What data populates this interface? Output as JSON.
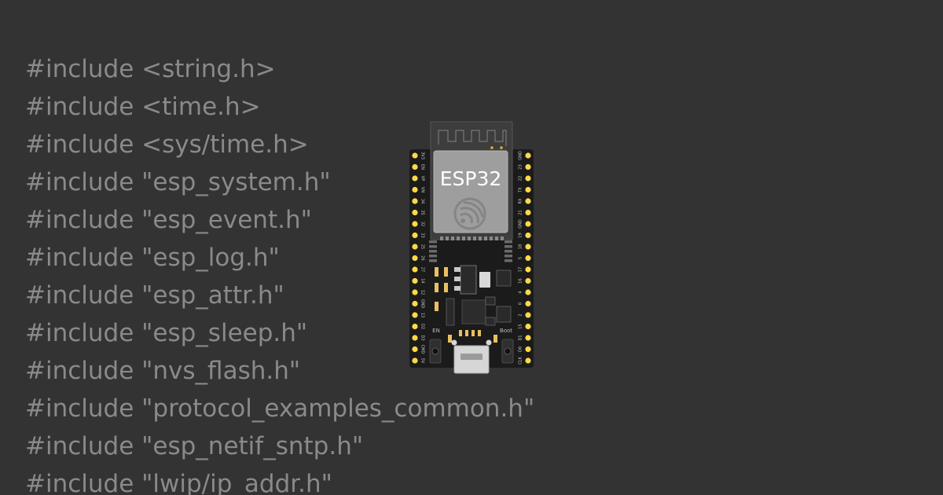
{
  "code_lines": [
    "#include <string.h>",
    "#include <time.h>",
    "#include <sys/time.h>",
    "#include \"esp_system.h\"",
    "#include \"esp_event.h\"",
    "#include \"esp_log.h\"",
    "#include \"esp_attr.h\"",
    "#include \"esp_sleep.h\"",
    "#include \"nvs_flash.h\"",
    "#include \"protocol_examples_common.h\"",
    "#include \"esp_netif_sntp.h\"",
    "#include \"lwip/ip_addr.h\""
  ],
  "board": {
    "module_label": "ESP32",
    "logo_icon": "espressif-logo-icon",
    "button_left_label": "EN",
    "button_right_label": "Boot",
    "pins_left": [
      "3V3",
      "EN",
      "VP",
      "VN",
      "34",
      "35",
      "32",
      "33",
      "25",
      "26",
      "27",
      "14",
      "12",
      "GND",
      "13",
      "D2",
      "D3",
      "CMD",
      "5V"
    ],
    "pins_right": [
      "GND",
      "23",
      "22",
      "TX",
      "RX",
      "21",
      "GND",
      "19",
      "18",
      "5",
      "17",
      "16",
      "4",
      "0",
      "2",
      "15",
      "D1",
      "D0",
      "CLK"
    ],
    "colors": {
      "background": "#333333",
      "code_text": "#8a8a8a",
      "board": "#1b1b1b",
      "module": "#3c3c3c",
      "shield": "#9a9a9a",
      "pin": "#ffd84a"
    }
  }
}
